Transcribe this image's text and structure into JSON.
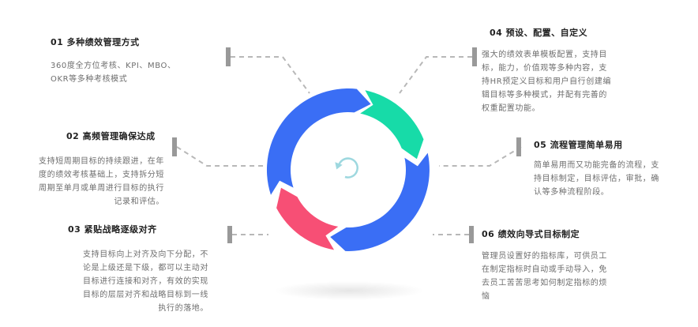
{
  "features": [
    {
      "title": "01 多种绩效管理方式",
      "lines": [
        "360度全方位考核、KPI、MBO、",
        "OKR等多种考核模式"
      ]
    },
    {
      "title": "02 高频管理确保达成",
      "lines": [
        "支持短周期目标的持续跟进，在年",
        "度的绩效考核基础上，支持拆分短",
        "周期至单月或单周进行目标的执行",
        "记录和评估。"
      ]
    },
    {
      "title": "03 紧贴战略逐级对齐",
      "lines": [
        "支持目标向上对齐及向下分配，不",
        "论是上级还是下级，都可以主动对",
        "目标进行连接和对齐，有效的实现",
        "目标的层层对齐和战略目标到一线",
        "执行的落地。"
      ]
    },
    {
      "title": "04 预设、配置、自定义",
      "lines": [
        "强大的绩效表单模板配置，支持目",
        "标，能力，价值观等多种内容，支",
        "持HR预定义目标和用户自行创建编",
        "辑目标等多种模式，并配有完善的",
        "权重配置功能。"
      ]
    },
    {
      "title": "05 流程管理简单易用",
      "lines": [
        "简单易用而又功能完备的流程，支",
        "持目标制定，目标评估，审批，确",
        "认等多种流程阶段。"
      ]
    },
    {
      "title": "06 绩效向导式目标制定",
      "lines": [
        "管理员设置好的指标库，可供员工",
        "在制定指标时自动或手动导入，免",
        "去员工苦苦思考如何制定指标的烦",
        "恼"
      ]
    }
  ],
  "colors": {
    "blue": "#3a6ef5",
    "green": "#17dba8",
    "red": "#f74f75",
    "center_icon": "#9ed8df",
    "connector": "#b8b8b8",
    "marker": "#999999"
  },
  "icons": {
    "center": "refresh-icon"
  }
}
